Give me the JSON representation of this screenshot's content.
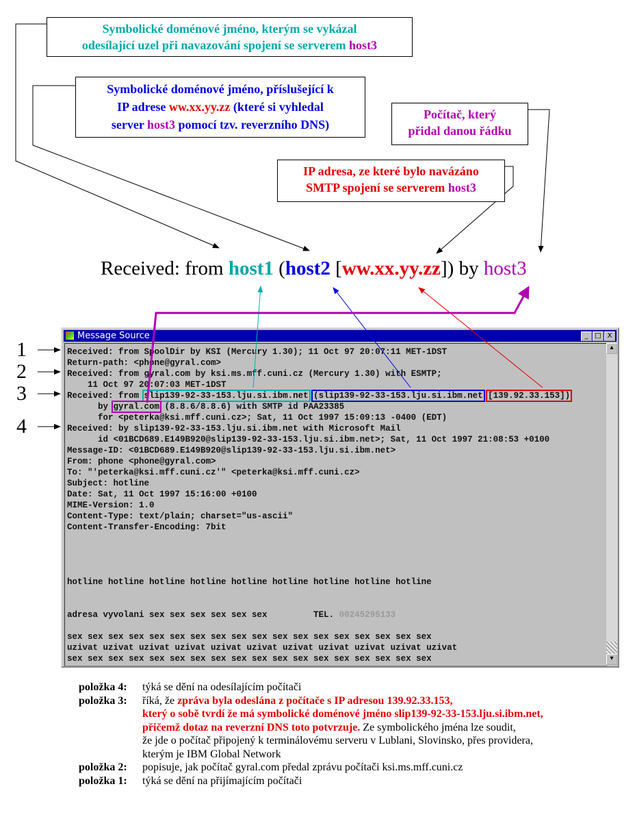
{
  "callouts": {
    "host1_desc": [
      "Symbolické doménové jméno, kterým se vykázal",
      "odesílající uzel při navazování spojení se serverem ",
      "host3"
    ],
    "host2_desc": [
      "Symbolické doménové jméno, příslušející k",
      "IP adrese ",
      "ww.xx.yy.zz",
      " (které si vyhledal",
      "server ",
      "host3",
      " pomocí tzv. reverzního DNS)"
    ],
    "host3_desc": [
      "Počítač, který",
      "přidal danou řádku"
    ],
    "ip_desc": [
      "IP adresa, ze které bylo navázáno",
      "SMTP spojení se serverem ",
      "host3"
    ]
  },
  "template": {
    "prefix": "Received: from ",
    "host1": "host1",
    "open": " (",
    "host2": "host2",
    "bracket_open": " [",
    "ip": "ww.xx.yy.zz",
    "close": "]) by ",
    "host3": "host3"
  },
  "markers": [
    "1",
    "2",
    "3",
    "4"
  ],
  "window": {
    "title": "Message Source",
    "buttons": [
      "_",
      "□",
      "X"
    ],
    "lines": [
      "Received: from SpoolDir by KSI (Mercury 1.30); 11 Oct 97 20:07:11 MET-1DST",
      "Return-path: <phone@gyral.com>",
      "Received: from gyral.com by ksi.ms.mff.cuni.cz (Mercury 1.30) with ESMTP;",
      "    11 Oct 97 20:07:03 MET-1DST"
    ],
    "line3": {
      "prefix": "Received: from ",
      "host1": "slip139-92-33-153.lju.si.ibm.net",
      "host2": "(slip139-92-33-153.lju.si.ibm.net",
      "ip": "[139.92.33.153])"
    },
    "line3b": {
      "prefix": "      by ",
      "host3": "gyral.com",
      "rest": " (8.8.6/8.8.6) with SMTP id PAA23385"
    },
    "lines2": [
      "      for <peterka@ksi.mff.cuni.cz>; Sat, 11 Oct 1997 15:09:13 -0400 (EDT)",
      "Received: by slip139-92-33-153.lju.si.ibm.net with Microsoft Mail",
      "      id <01BCD689.E149B920@slip139-92-33-153.lju.si.ibm.net>; Sat, 11 Oct 1997 21:08:53 +0100",
      "Message-ID: <01BCD689.E149B920@slip139-92-33-153.lju.si.ibm.net>",
      "From: phone <phone@gyral.com>",
      "To: \"'peterka@ksi.mff.cuni.cz'\" <peterka@ksi.mff.cuni.cz>",
      "Subject: hotline",
      "Date: Sat, 11 Oct 1997 15:16:00 +0100",
      "MIME-Version: 1.0",
      "Content-Type: text/plain; charset=\"us-ascii\"",
      "Content-Transfer-Encoding: 7bit",
      "",
      "",
      "",
      "",
      "hotline hotline hotline hotline hotline hotline hotline hotline hotline",
      "",
      ""
    ],
    "tel_line": "adresa vyvolani sex sex sex sex sex sex         TEL. ",
    "tel": "00245295133",
    "lines3": [
      "",
      "sex sex sex sex sex sex sex sex sex sex sex sex sex sex sex sex sex sex",
      "uzivat uzivat uzivat uzivat uzivat uzivat uzivat uzivat uzivat uzivat uzivat",
      "sex sex sex sex sex sex sex sex sex sex sex sex sex sex sex sex sex sex"
    ]
  },
  "notes": [
    {
      "label": "položka 4:",
      "text": "týká se dění na odesílajícím počítači"
    },
    {
      "label": "položka 3:",
      "red": "zpráva byla odeslána z počítače s IP adresou 139.92.33.153,",
      "pre": "říká, že ",
      "red2": "který o sobě tvrdí že má symbolické doménové jméno slip139-92-33-153.lju.si.ibm.net,",
      "red3": "přičemž dotaz na reverzní DNS toto potvrzuje.",
      "after3": " Ze symbolického jména lze soudit,",
      "l4": "že jde o počítač připojený k terminálovému serveru v Lublani, Slovinsko, přes providera,",
      "l5": "kterým je IBM Global Network"
    },
    {
      "label": "položka 2:",
      "text": "popisuje, jak počítač gyral.com předal zprávu počítači ksi.ms.mff.cuni.cz"
    },
    {
      "label": "položka 1:",
      "text": "týká se dění na přijímajícím počítači"
    }
  ]
}
